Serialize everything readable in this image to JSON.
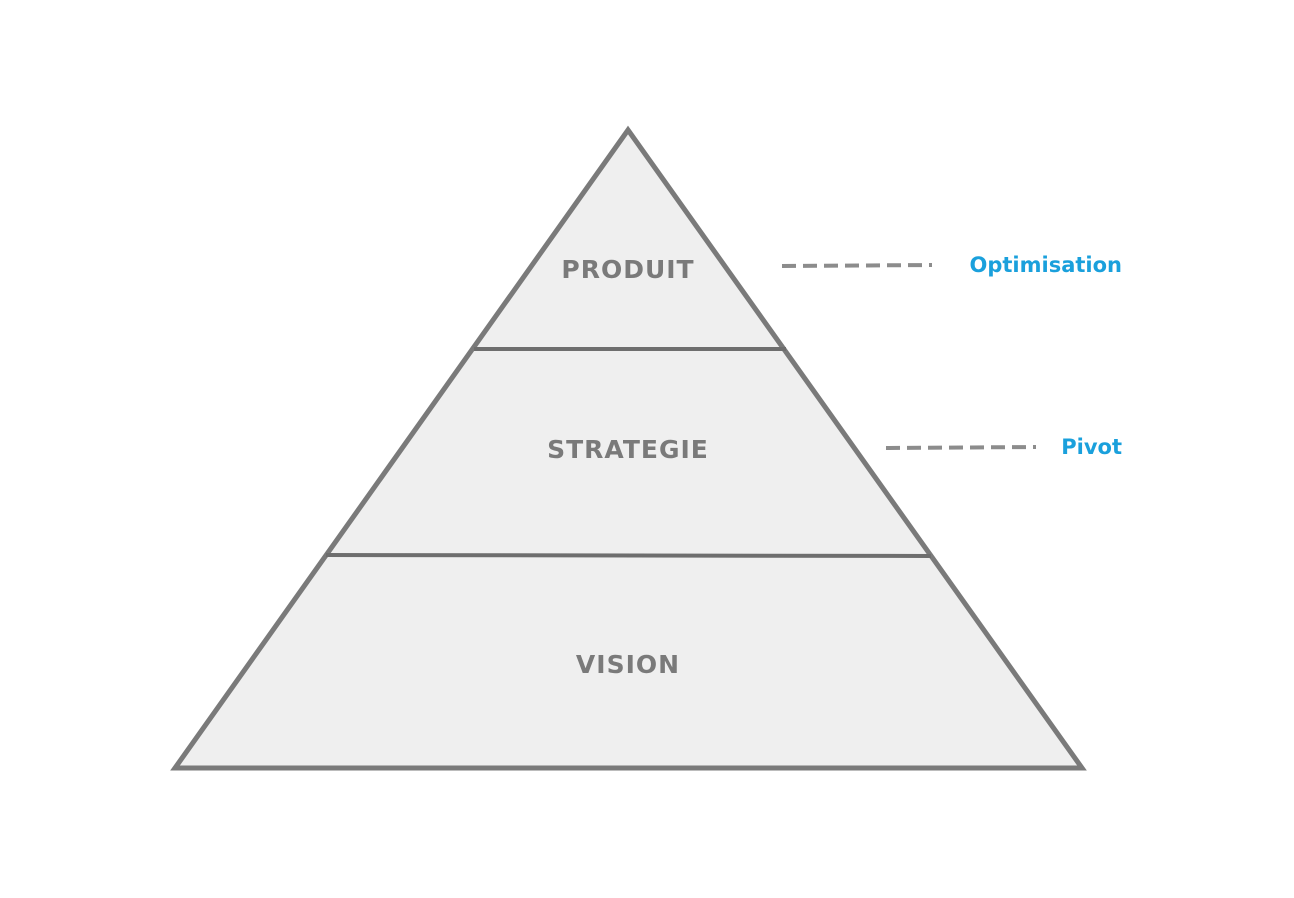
{
  "diagram": {
    "levels": [
      {
        "label": "PRODUIT"
      },
      {
        "label": "STRATEGIE"
      },
      {
        "label": "VISION"
      }
    ],
    "annotations": [
      {
        "label": "Optimisation",
        "level": "PRODUIT"
      },
      {
        "label": "Pivot",
        "level": "STRATEGIE"
      }
    ]
  },
  "colors": {
    "outline": "#7a7a7a",
    "fill": "#efefef",
    "level_text": "#7a7a7a",
    "annotation_text": "#1aa0dc",
    "connector": "#8c8c8c"
  }
}
